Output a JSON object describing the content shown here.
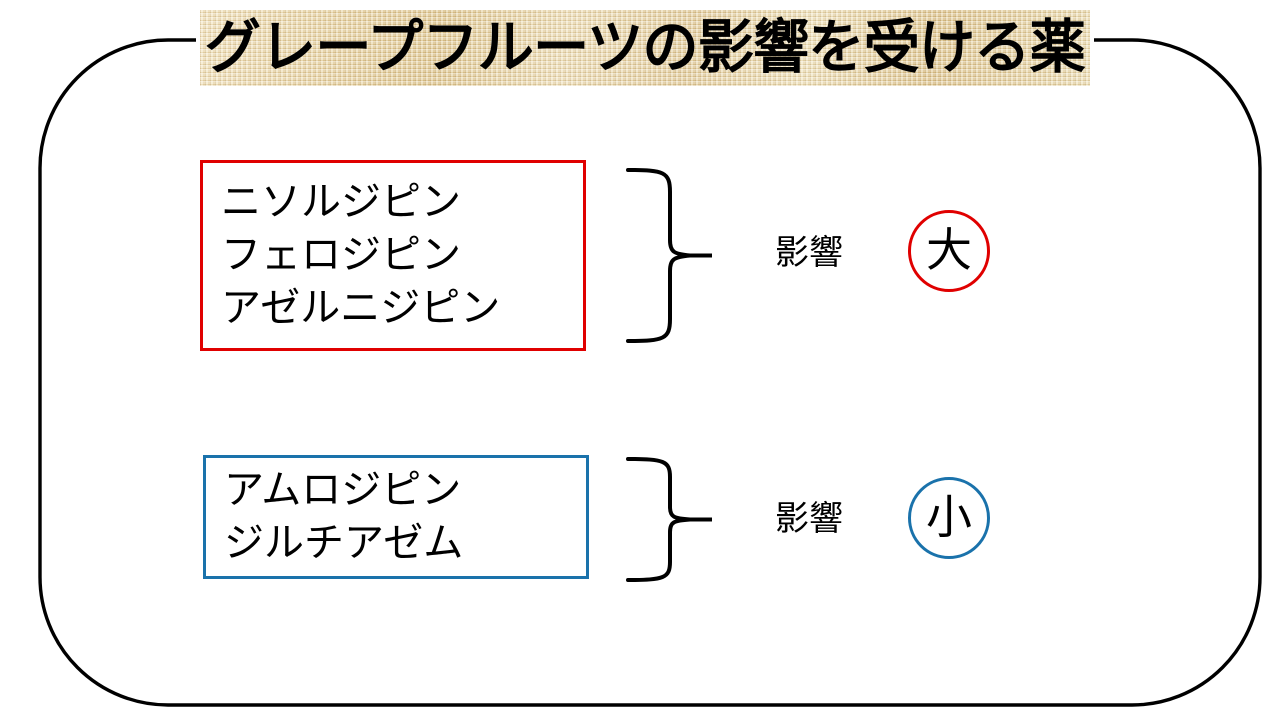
{
  "title": {
    "text": "グレープフルーツの影響を受ける薬",
    "banner_color": "#E4CD9D"
  },
  "frame": {
    "border_color": "#000000"
  },
  "groups": [
    {
      "id": "major",
      "accent_color": "#E00000",
      "drugs": [
        "ニソルジピン",
        "フェロジピン",
        "アゼルニジピン"
      ],
      "effect_label": "影響",
      "magnitude": "大"
    },
    {
      "id": "minor",
      "accent_color": "#1A72AB",
      "drugs": [
        "アムロジピン",
        "ジルチアゼム"
      ],
      "effect_label": "影響",
      "magnitude": "小"
    }
  ]
}
